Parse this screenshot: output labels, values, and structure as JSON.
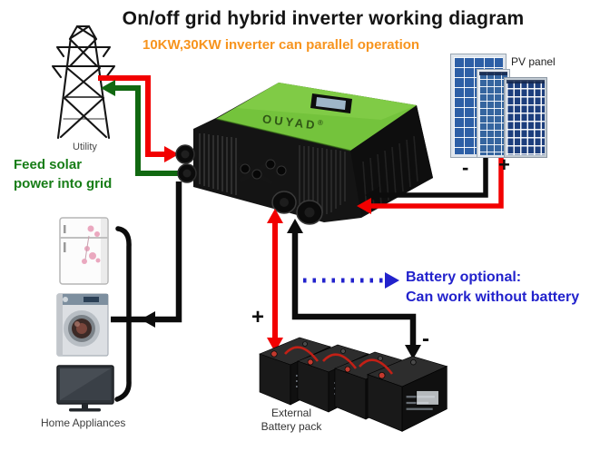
{
  "title": "On/off grid hybrid inverter working diagram",
  "subtitle": "10KW,30KW inverter can parallel operation",
  "tower": {
    "label": "Utility"
  },
  "feed_note": {
    "line1": "Feed solar",
    "line2": "power into grid"
  },
  "pv": {
    "label": "PV panel",
    "minus": "-",
    "plus": "+"
  },
  "inverter": {
    "brand": "OUYAD",
    "reg": "®"
  },
  "appliances": {
    "label": "Home Appliances"
  },
  "battery": {
    "plus": "+",
    "minus": "-",
    "pack_line1": "External",
    "pack_line2": "Battery pack"
  },
  "battery_note": {
    "line1": "Battery optional:",
    "line2": "Can work without battery"
  },
  "colors": {
    "title_black": "#141414",
    "subtitle_orange": "#f7941e",
    "feed_green_text": "#177d17",
    "arrow_green": "#116811",
    "arrow_red": "#f20000",
    "arrow_black": "#0c0c0c",
    "note_blue": "#2222cc",
    "inverter_green": "#74c33c",
    "pv_cell_blue": "#2d5fa6",
    "pv_dark_blue": "#1c3e7d"
  }
}
